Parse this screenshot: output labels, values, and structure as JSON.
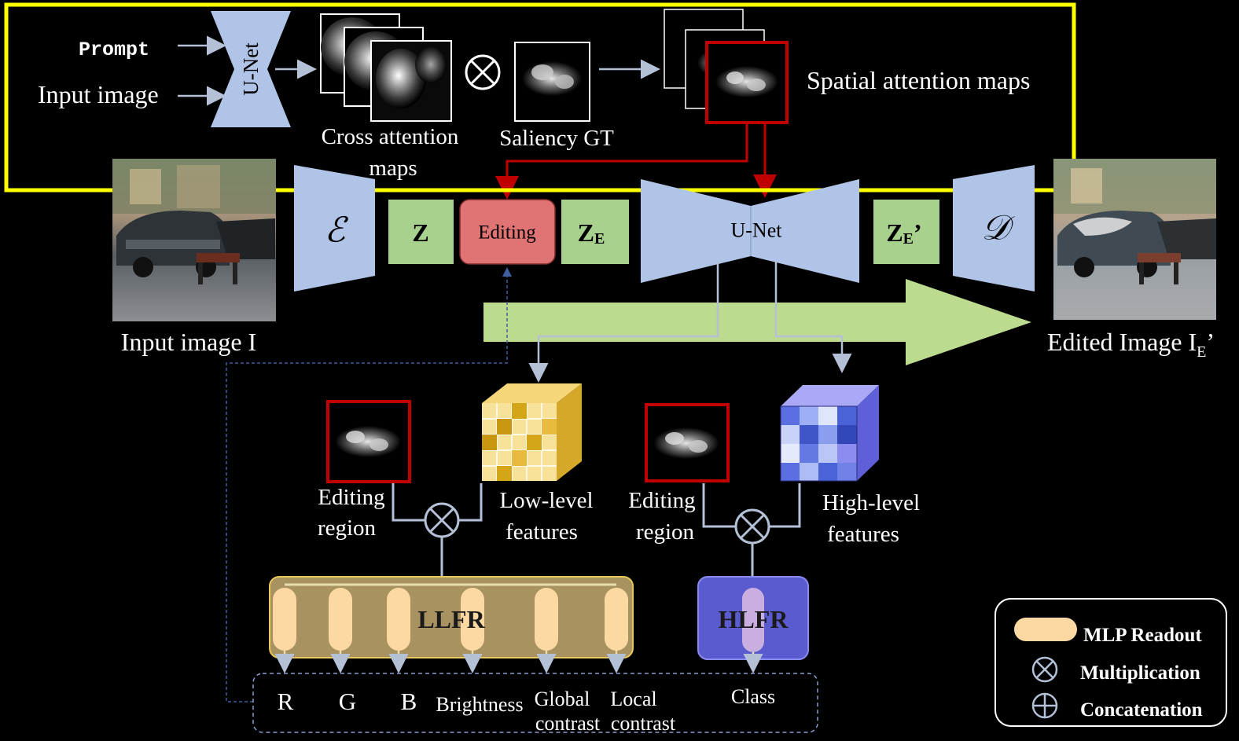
{
  "top_panel": {
    "prompt_label": "Prompt",
    "input_label": "Input image",
    "unet_label": "U-Net",
    "cross_attn_line1": "Cross attention",
    "cross_attn_line2": "maps",
    "saliency_label": "Saliency GT",
    "spatial_label": "Spatial attention maps",
    "highlight_color": "#ffff00"
  },
  "pipeline": {
    "input_caption": "Input image I",
    "encoder_symbol": "ℰ",
    "z_label": "Z",
    "editing_label": "Editing",
    "ze_main": "Z",
    "ze_sub": "E",
    "unet_label": "U-Net",
    "ze_prime_main": "Z",
    "ze_prime_sub": "E",
    "ze_prime_mark": "’",
    "decoder_symbol": "𝒟",
    "output_caption_main": "Edited Image I",
    "output_caption_sub": "E",
    "output_caption_mark": "’"
  },
  "lower": {
    "editing_region_line1": "Editing",
    "editing_region_line2": "region",
    "low_level_line1": "Low-level",
    "low_level_line2": "features",
    "high_level_line1": "High-level",
    "high_level_line2": "features",
    "llfr_label": "LLFR",
    "hlfr_label": "HLFR",
    "outputs": [
      "R",
      "G",
      "B",
      "Brightness"
    ],
    "global_line1": "Global",
    "global_line2": "contrast",
    "local_line1": "Local",
    "local_line2": "contrast",
    "class_label": "Class"
  },
  "legend": {
    "mlp_label": "MLP Readout",
    "mult_label": "Multiplication",
    "concat_label": "Concatenation"
  },
  "colors": {
    "unet_blue": "#afc4e6",
    "latent_green": "#a9d18e",
    "editing_red": "#e07474",
    "arrow_green": "#bddb8f",
    "llfr_fill": "#a8925f",
    "hlfr_fill": "#5b5bd0",
    "mlp_peach": "#fcd9a3",
    "region_red": "#c00000"
  }
}
